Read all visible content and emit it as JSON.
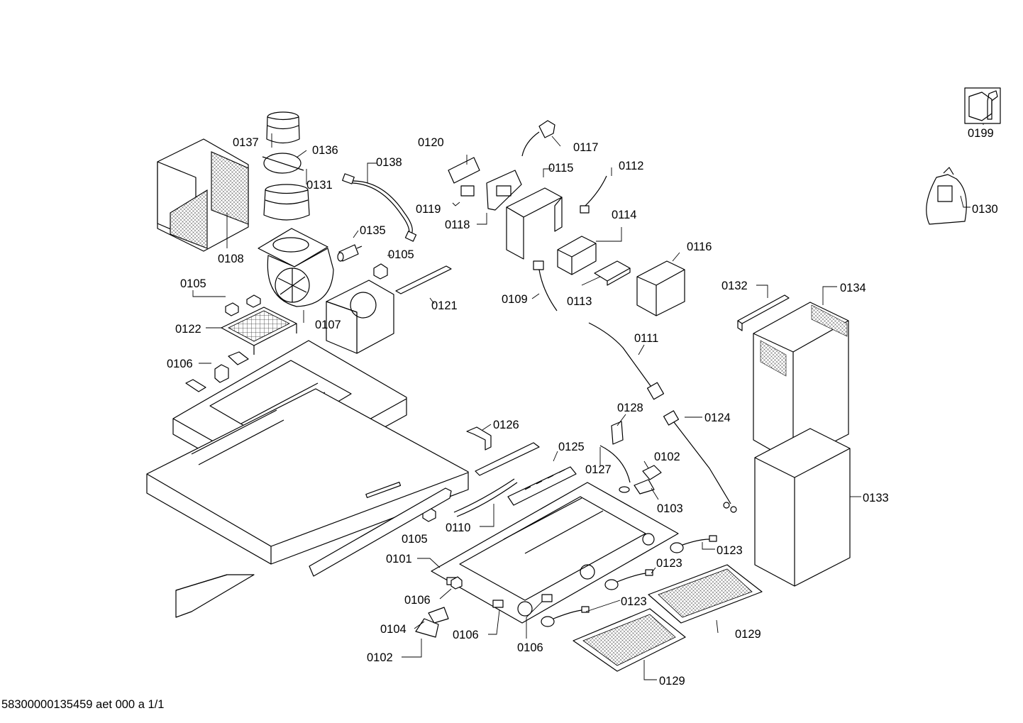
{
  "footer": {
    "document_code": "58300000135459 aet 000 a 1/1"
  },
  "labels": {
    "p0101": "0101",
    "p0102a": "0102",
    "p0102b": "0102",
    "p0103": "0103",
    "p0104": "0104",
    "p0105a": "0105",
    "p0105b": "0105",
    "p0105c": "0105",
    "p0106a": "0106",
    "p0106b": "0106",
    "p0106c": "0106",
    "p0106d": "0106",
    "p0107": "0107",
    "p0108": "0108",
    "p0109": "0109",
    "p0110": "0110",
    "p0111": "0111",
    "p0112": "0112",
    "p0113": "0113",
    "p0114": "0114",
    "p0115": "0115",
    "p0116": "0116",
    "p0117": "0117",
    "p0118": "0118",
    "p0119": "0119",
    "p0120": "0120",
    "p0121": "0121",
    "p0122": "0122",
    "p0123a": "0123",
    "p0123b": "0123",
    "p0123c": "0123",
    "p0124": "0124",
    "p0125": "0125",
    "p0126": "0126",
    "p0127": "0127",
    "p0128": "0128",
    "p0129a": "0129",
    "p0129b": "0129",
    "p0130": "0130",
    "p0131": "0131",
    "p0132": "0132",
    "p0133": "0133",
    "p0134": "0134",
    "p0135": "0135",
    "p0136": "0136",
    "p0137": "0137",
    "p0138": "0138",
    "p0199": "0199"
  }
}
